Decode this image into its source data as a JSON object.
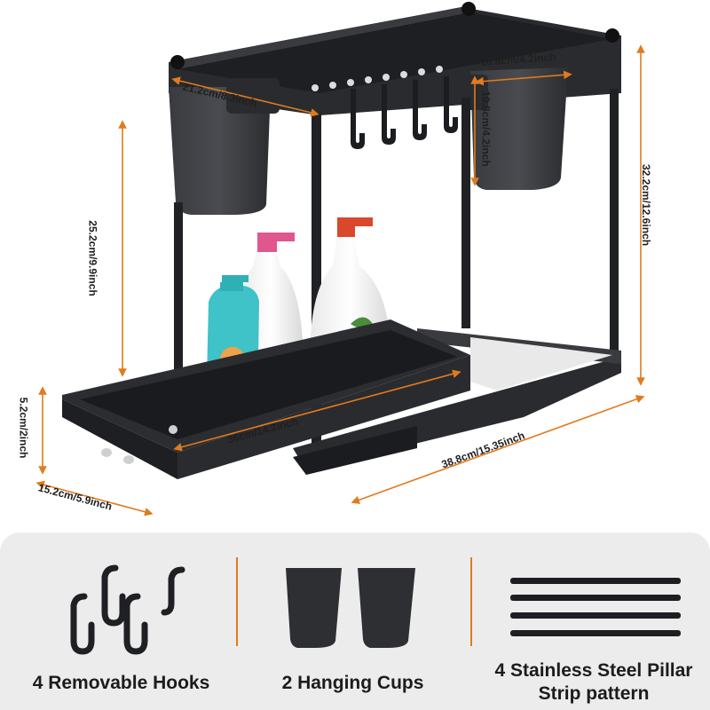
{
  "dimensions": {
    "top_width": "21.2cm/8.3inch",
    "cup_width": "10.6cm/4.2inch",
    "cup_height": "10.8cm/4.2inch",
    "total_height": "32.2cm/12.6inch",
    "lower_clearance": "25.2cm/9.9inch",
    "drawer_height": "5.2cm/2inch",
    "drawer_length": "36cm/14.2inch",
    "base_length": "38.8cm/15.35inch",
    "drawer_depth": "15.2cm/5.9inch"
  },
  "accessories": {
    "hooks_label": "4 Removable Hooks",
    "cups_label": "2 Hanging Cups",
    "pillar_label_line1": "4 Stainless Steel Pillar",
    "pillar_label_line2": "Strip pattern"
  },
  "colors": {
    "frame": "#2a2b2e",
    "arrow": "#e07b1e",
    "panel": "#ececec"
  }
}
